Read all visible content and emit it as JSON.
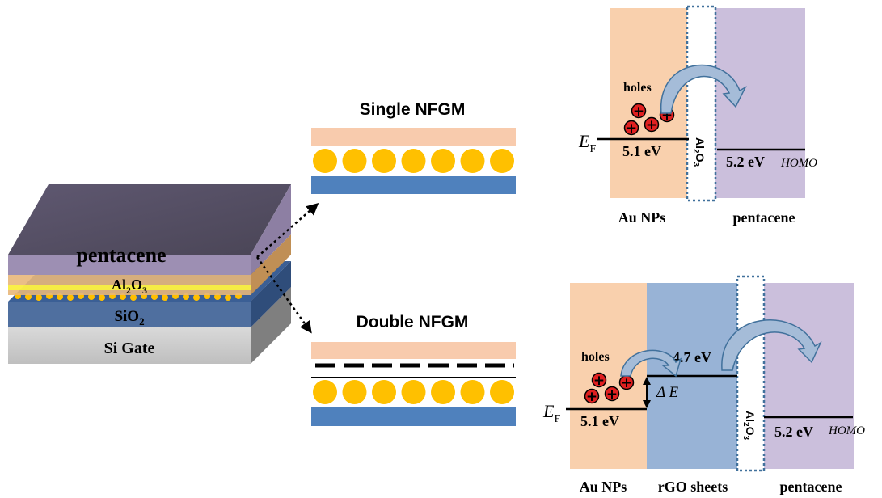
{
  "device": {
    "layer_pentacene": "pentacene",
    "layer_al2o3": {
      "base": "Al",
      "sub1": "2",
      "mid": "O",
      "sub2": "3"
    },
    "layer_sio2": {
      "base": "SiO",
      "sub": "2"
    },
    "layer_gate": "Si Gate"
  },
  "structures": {
    "single_title": "Single NFGM",
    "double_title": "Double NFGM"
  },
  "diagram_single": {
    "fermi_label": {
      "base": "E",
      "sub": "F"
    },
    "holes_label": "holes",
    "hole_symbol": "+",
    "au_energy": "5.1 eV",
    "barrier_label": {
      "base": "Al",
      "sub1": "2",
      "mid": "O",
      "sub2": "3"
    },
    "pentacene_energy": "5.2 eV",
    "homo_label": "HOMO",
    "bottom_left": "Au NPs",
    "bottom_right": "pentacene"
  },
  "diagram_double": {
    "fermi_label": {
      "base": "E",
      "sub": "F"
    },
    "holes_label": "holes",
    "hole_symbol": "+",
    "au_energy": "5.1 eV",
    "rgo_energy": "4.7 eV",
    "delta_label": "Δ E",
    "barrier_label": {
      "base": "Al",
      "sub1": "2",
      "mid": "O",
      "sub2": "3"
    },
    "pentacene_energy": "5.2 eV",
    "homo_label": "HOMO",
    "bottom_left": "Au NPs",
    "bottom_mid": "rGO sheets",
    "bottom_right": "pentacene"
  },
  "colors": {
    "pentacene": "#7b6f90",
    "au_region": "#f9d0ad",
    "rgo_region": "#98b3d6",
    "pentacene_region": "#cbbfdc",
    "nanoparticle": "#ffc000",
    "substrate_blue": "#4f81bd",
    "hole_red": "#e02020",
    "arrow_fill": "#a5bcd8",
    "arrow_stroke": "#41719c"
  }
}
